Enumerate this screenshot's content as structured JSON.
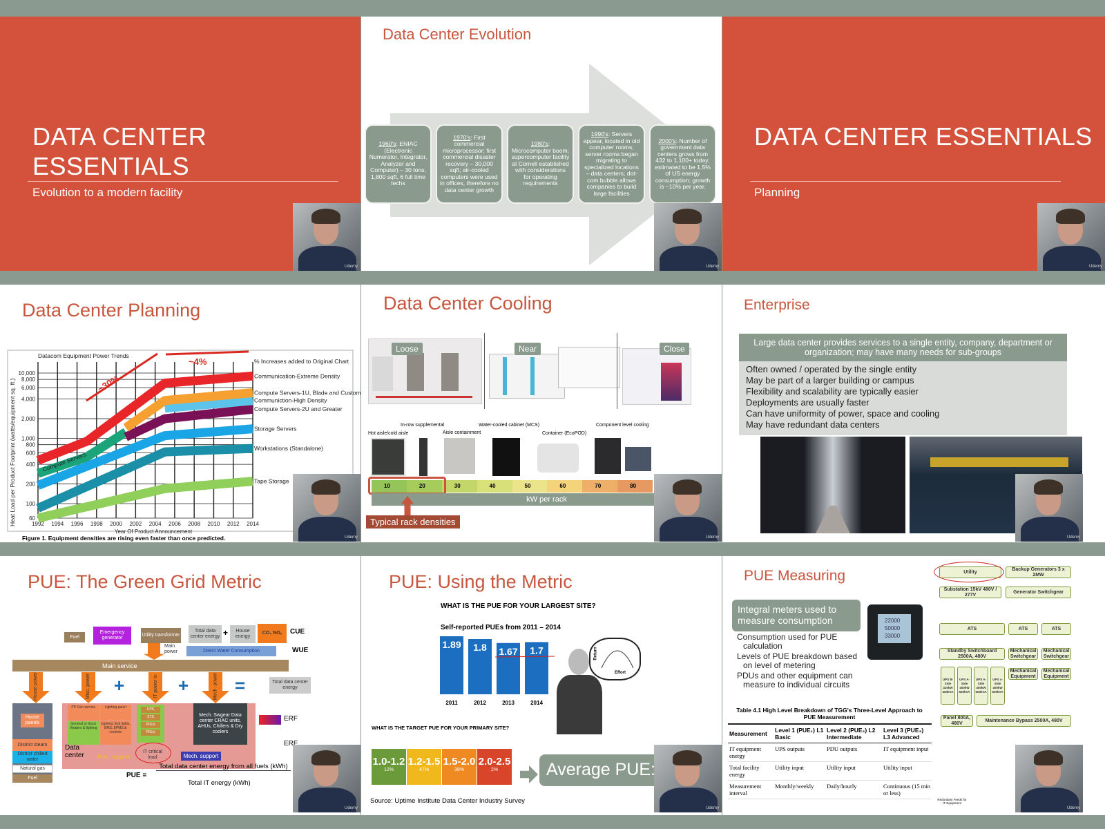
{
  "slides": {
    "s1": {
      "title": "DATA CENTER ESSENTIALS",
      "subtitle": "Evolution to a modern facility"
    },
    "s2": {
      "title": "Data Center Evolution",
      "items": [
        {
          "era": "1960's",
          "text": ": ENIAC (Electronic Numerator, Integrator, Analyzer and Computer) – 30 tons, 1,800 sqft, 6 full time techs"
        },
        {
          "era": "1970's",
          "text": ": First commercial microprocessor; first commercial disaster recovery – 30,000 sqft; air-cooled computers were used in offices, therefore no data center growth"
        },
        {
          "era": "1980's",
          "text": ": Microcomputer boom; supercomputer facility at Cornell established with considerations for operating requirements"
        },
        {
          "era": "1990's",
          "text": ": Servers appear, located in old computer rooms; server rooms began migrating to specialized locations – data centers; dot-com bubble allows companies to build large facilities"
        },
        {
          "era": "2000's",
          "text": ": Number of government data centers grows from 432 to 1,100+ today; estimated to be 1.5% of US energy consumption; growth is ~10% per year."
        }
      ]
    },
    "s3": {
      "title": "DATA CENTER ESSENTIALS",
      "subtitle": "Planning"
    },
    "s4": {
      "title": "Data Center Planning",
      "chart_title": "Datacom Equipment Power Trends",
      "annot_4": "~4%",
      "annot_30": "~30%",
      "annot_note": "% Increases added to Original Chart",
      "compute_label": "Compute Servers",
      "ylabel": "Heat Load per Product Footprint (watts/equipment sq. ft.)",
      "xlabel": "Year Of Product Announcement",
      "caption": "Figure 1. Equipment densities are rising even faster than once predicted.",
      "yticks": [
        "10,000",
        "8,000",
        "6,000",
        "4,000",
        "2,000",
        "1,000",
        "800",
        "600",
        "400",
        "200",
        "100",
        "60"
      ],
      "ytick_values": [
        10000,
        8000,
        6000,
        4000,
        2000,
        1000,
        800,
        600,
        400,
        200,
        100,
        60
      ],
      "xticks": [
        "1992",
        "1994",
        "1996",
        "1998",
        "2000",
        "2002",
        "2004",
        "2006",
        "2008",
        "2010",
        "2012",
        "2014"
      ],
      "series": [
        {
          "name": "Tape Storage",
          "color": "#8fcf5a",
          "x": [
            1992,
            2005,
            2014
          ],
          "y": [
            60,
            170,
            220
          ]
        },
        {
          "name": "Workstations (Standalone)",
          "color": "#1b8fa8",
          "x": [
            1992,
            2005,
            2014
          ],
          "y": [
            85,
            620,
            700
          ]
        },
        {
          "name": "Storage Servers",
          "color": "#1aa6e6",
          "x": [
            1992,
            2005,
            2014
          ],
          "y": [
            190,
            1100,
            1400
          ]
        },
        {
          "name": "Compute Servers",
          "color": "#1ba37a",
          "x": [
            1992,
            1997,
            2001
          ],
          "y": [
            290,
            520,
            1250
          ],
          "nolabel": true
        },
        {
          "name": "Compute Servers-2U and Greater",
          "color": "#7a1055",
          "x": [
            2001,
            2005,
            2014
          ],
          "y": [
            1050,
            2000,
            2800
          ]
        },
        {
          "name": "Communiction-High Density",
          "color": "#5cc3ea",
          "x": [
            2005,
            2014
          ],
          "y": [
            2900,
            3800
          ]
        },
        {
          "name": "Compute Servers-1U, Blade and Custom",
          "color": "#f5a030",
          "x": [
            2001,
            2005,
            2014
          ],
          "y": [
            1450,
            3800,
            5000
          ]
        },
        {
          "name": "Communication-Extreme Density",
          "color": "#e8262a",
          "x": [
            1992,
            1997,
            2005,
            2014
          ],
          "y": [
            460,
            900,
            7000,
            9000
          ]
        }
      ]
    },
    "s5": {
      "title": "Data Center Cooling",
      "callouts": [
        "Loose",
        "Near",
        "Close"
      ],
      "methods": [
        "Hot aisle/cold aisle",
        "In-row supplemental",
        "Aisle containment",
        "Water-cooled cabinet (MCS)",
        "Container (EcoPOD)",
        "Component level cooling"
      ],
      "scale": [
        "10",
        "20",
        "30",
        "40",
        "50",
        "60",
        "70",
        "80"
      ],
      "scale_label": "kW per rack",
      "typical": "Typical rack densities"
    },
    "s6": {
      "title": "Enterprise",
      "header": "Large data center provides services to a single entity, company, department or organization; may have many needs for sub-groups",
      "bullets": [
        "Often owned / operated by the single entity",
        "May be part of a larger building or campus",
        "Flexibility and scalability are typically easier",
        "Deployments are usually faster",
        "Can have uniformity of power, space and cooling",
        "May have redundant data centers"
      ]
    },
    "s7": {
      "title": "PUE: The Green Grid Metric",
      "fuel": "Fuel",
      "gen": "Emergency generator",
      "util": "Utility transformer",
      "total": "Total data center energy",
      "house": "House energy",
      "co2": "CO₂ NOₓ",
      "cue": "CUE",
      "water": "Direct Water Consumption",
      "wue": "WUE",
      "main": "Main service",
      "main_power": "Main power",
      "arrows": [
        "House power",
        "Misc. power",
        "IT power in",
        "Mech. power"
      ],
      "total2": "Total data center energy",
      "house_panels": "House panels",
      "steam": "District steam",
      "chilled": "District chilled water",
      "gas": "Natural gas",
      "fuel2": "Fuel",
      "dc": "Data center",
      "misc": "Misc. support",
      "it": "IT critical load",
      "mech": "Mech. support",
      "mech_box": "Mech. Swgear Data center CRAC units, AHUs, Chillers & Dry coolers",
      "it_items": [
        "UPS",
        "STS",
        "PDUs",
        "PDUs"
      ],
      "misc_items": [
        "PP Gen service",
        "Lighting panel",
        "General or block Heaters & lighting",
        "Lighting: Exit lights, BMS, EPMS & controls"
      ],
      "erf": "ERF",
      "ere": "ERE",
      "pue": "PUE =",
      "num": "Total data center energy from all fuels (kWh)",
      "den": "Total IT energy (kWh)"
    },
    "s8": {
      "title": "PUE: Using the Metric",
      "q1": "WHAT IS THE PUE FOR YOUR LARGEST SITE?",
      "sub": "Self-reported PUEs from 2011 – 2014",
      "years": [
        "2011",
        "2012",
        "2013",
        "2014"
      ],
      "values": [
        1.89,
        1.8,
        1.67,
        1.7
      ],
      "labels": [
        "1.89",
        "1.8",
        "1.67",
        "1.7"
      ],
      "return": "Return",
      "effort": "Effort",
      "q2": "WHAT IS THE TARGET PUE FOR YOUR PRIMARY SITE?",
      "ranges": [
        {
          "r": "1.0-1.2",
          "p": "12%",
          "c": "#6a9a3a"
        },
        {
          "r": "1.2-1.5",
          "p": "47%",
          "c": "#f0b81c"
        },
        {
          "r": "1.5-2.0",
          "p": "38%",
          "c": "#ef8a22"
        },
        {
          "r": "2.0-2.5",
          "p": "2%",
          "c": "#d9452a"
        }
      ],
      "avg": "Average PUE:",
      "source": "Source: Uptime Institute Data Center Industry Survey"
    },
    "s9": {
      "title": "PUE Measuring",
      "box": "Integral meters used to measure consumption",
      "bullets": [
        "Consumption used for PUE calculation",
        "Levels of PUE breakdown based on level of metering",
        "PDUs and other equipment can measure to individual circuits"
      ],
      "meter": "22000 50000 33000",
      "table_caption": "Table 4.1    High Level Breakdown of TGG's Three-Level Approach to PUE Measurement",
      "headers": [
        "Measurement",
        "Level 1 (PUE₁) L1 Basic",
        "Level 2 (PUE₂) L2 Intermediate",
        "Level 3 (PUE₃) L3 Advanced"
      ],
      "rows": [
        [
          "IT equipment energy",
          "UPS outputs",
          "PDU outputs",
          "IT equipment input"
        ],
        [
          "Total facility energy",
          "Utility input",
          "Utility input",
          "Utility input"
        ],
        [
          "Measurement interval",
          "Monthly/weekly",
          "Daily/hourly",
          "Continuous (15 min or less)"
        ]
      ],
      "diagram": {
        "utility": "Utility",
        "backup": "Backup Generators 3 x 2MW",
        "sub": "Substation 15kV 480V / 277V",
        "genswg": "Generator Switchgear",
        "ats": "ATS",
        "standby": "Standby Switchboard 2500A, 480V",
        "mswg": "Mechanical Switchgear",
        "meq": "Mechanical Equipment",
        "ups": [
          "UPS B-Side 320kW 400kVA",
          "UPS A-Side 400kW 500kVA",
          "UPS A-Side 400kW 500kVA",
          "UPS x-Side 400kW 500kVA"
        ],
        "panel": "Panel 800A, 480V",
        "bypass": "Maintenance Bypass 2500A, 480V",
        "feeds": "Redundant Feeds for IT Equipment"
      }
    }
  },
  "webcam": {
    "watermark": "Udemy"
  }
}
